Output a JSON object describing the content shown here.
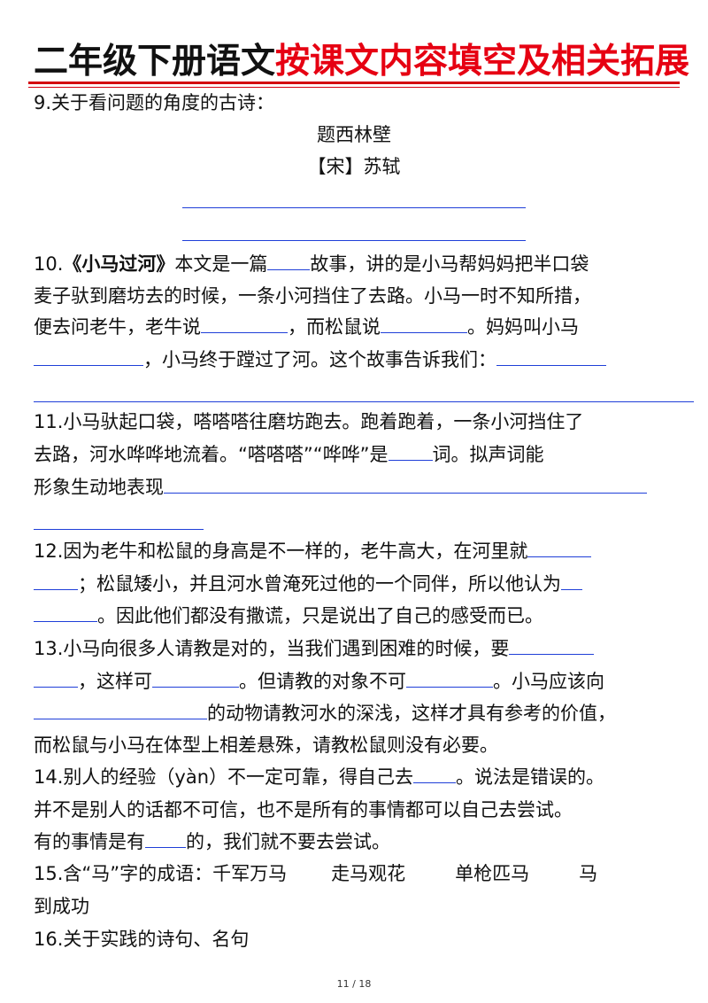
{
  "header": {
    "title_black": "二年级下册语文",
    "title_red": "按课文内容填空及相关拓展"
  },
  "q9": {
    "intro": "9.关于看问题的角度的古诗：",
    "poem_title": "题西林壁",
    "poem_author": "【宋】苏轼"
  },
  "q10": {
    "l1_num": "10.",
    "l1_title": "《小马过河》",
    "l1_a": "本文是一篇",
    "l1_b": "故事，讲的是小马帮妈妈把半口袋",
    "l2": "麦子驮到磨坊去的时候，一条小河挡住了去路。小马一时不知所措，",
    "l3_a": "便去问老牛，老牛说",
    "l3_b": "，而松鼠说",
    "l3_c": "。妈妈叫小马",
    "l4_a": "，小马终于蹚过了河。这个故事告诉我们："
  },
  "q11": {
    "l1": "11.小马驮起口袋，嗒嗒嗒往磨坊跑去。跑着跑着，一条小河挡住了",
    "l2_a": "去路，河水哗哗地流着。“嗒嗒嗒”“哗哗”是",
    "l2_b": "词。拟声词能",
    "l3_a": "形象生动地表现"
  },
  "q12": {
    "l1": "12.因为老牛和松鼠的身高是不一样的，老牛高大，在河里就",
    "l2_a": "；松鼠矮小，并且河水曾淹死过他的一个同伴，所以他认为",
    "l3_a": "。因此他们都没有撒谎，只是说出了自己的感受而已。"
  },
  "q13": {
    "l1": "13.小马向很多人请教是对的，当我们遇到困难的时候，要",
    "l2_a": "，这样可",
    "l2_b": "。但请教的对象不可",
    "l2_c": "。小马应该向",
    "l3_a": "的动物请教河水的深浅，这样才具有参考的价值，",
    "l4": "而松鼠与小马在体型上相差悬殊，请教松鼠则没有必要。"
  },
  "q14": {
    "l1_a": "14.别人的经验（yàn）不一定可靠，得自己去",
    "l1_b": "。说法是错误的。",
    "l2": "并不是别人的话都不可信，也不是所有的事情都可以自己去尝试。",
    "l3_a": "有的事情是有",
    "l3_b": "的，我们就不要去尝试。"
  },
  "q15": {
    "l1_a": "15.含“马”字的成语：千军万马",
    "l1_b": "走马观花",
    "l1_c": "单枪匹马",
    "l1_d": "马",
    "l2": "到成功"
  },
  "q16": {
    "l1": "16.关于实践的诗句、名句"
  },
  "footer": {
    "page": "11 / 18"
  }
}
